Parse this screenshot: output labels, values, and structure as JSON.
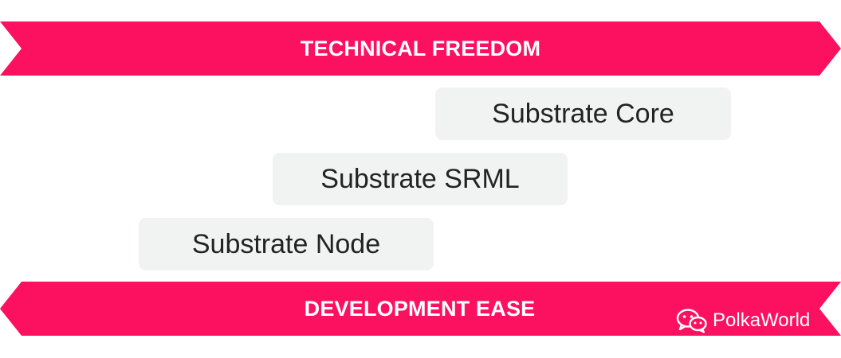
{
  "colors": {
    "banner": "#fb1160",
    "box_bg": "#f1f2f2",
    "box_text": "#222222",
    "banner_text": "#ffffff"
  },
  "banners": {
    "top": "TECHNICAL FREEDOM",
    "bottom": "DEVELOPMENT EASE"
  },
  "layers": {
    "core": "Substrate Core",
    "srml": "Substrate SRML",
    "node": "Substrate Node"
  },
  "watermark": {
    "icon": "wechat-icon",
    "text": "PolkaWorld"
  }
}
